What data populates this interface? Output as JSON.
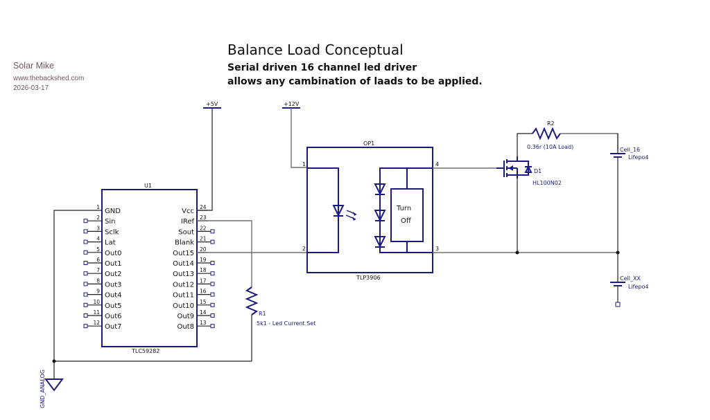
{
  "credits": {
    "author": "Solar Mike",
    "site": "www.thebackshed.com",
    "date": "2026-03-17"
  },
  "title": {
    "main": "Balance Load Conceptual",
    "line1": "Serial driven 16 channel led driver",
    "line2": "allows any cambination of laads to be applied."
  },
  "power": {
    "v5": "+5V",
    "v12": "+12V",
    "gnd": "GND_ANALOG"
  },
  "u1": {
    "ref": "U1",
    "part": "TLC59282",
    "left_pins": [
      {
        "num": "1",
        "name": "GND"
      },
      {
        "num": "2",
        "name": "Sin"
      },
      {
        "num": "3",
        "name": "Sclk"
      },
      {
        "num": "4",
        "name": "Lat"
      },
      {
        "num": "5",
        "name": "Out0"
      },
      {
        "num": "6",
        "name": "Out1"
      },
      {
        "num": "7",
        "name": "Out2"
      },
      {
        "num": "8",
        "name": "Out3"
      },
      {
        "num": "9",
        "name": "Out4"
      },
      {
        "num": "10",
        "name": "Out5"
      },
      {
        "num": "11",
        "name": "Out6"
      },
      {
        "num": "12",
        "name": "Out7"
      }
    ],
    "right_pins": [
      {
        "num": "24",
        "name": "Vcc"
      },
      {
        "num": "23",
        "name": "IRef"
      },
      {
        "num": "22",
        "name": "Sout"
      },
      {
        "num": "21",
        "name": "Blank"
      },
      {
        "num": "20",
        "name": "Out15"
      },
      {
        "num": "19",
        "name": "Out14"
      },
      {
        "num": "18",
        "name": "Out13"
      },
      {
        "num": "17",
        "name": "Out12"
      },
      {
        "num": "16",
        "name": "Out11"
      },
      {
        "num": "15",
        "name": "Out10"
      },
      {
        "num": "14",
        "name": "Out9"
      },
      {
        "num": "13",
        "name": "Out8"
      }
    ]
  },
  "op1": {
    "ref": "OP1",
    "part": "TLP3906",
    "pin1": "1",
    "pin2": "2",
    "pin3": "3",
    "pin4": "4",
    "turnoff_line1": "Turn",
    "turnoff_line2": "Off"
  },
  "r1": {
    "ref": "R1",
    "value": "5k1 - Led Current Set"
  },
  "r2": {
    "ref": "R2",
    "value": "0.36r (10A Load)"
  },
  "d1": {
    "ref": "D1",
    "part": "HL100N02"
  },
  "cells": [
    {
      "ref": "Cell_16",
      "type": "Lifepo4"
    },
    {
      "ref": "Cell_XX",
      "type": "Lifepo4"
    }
  ]
}
